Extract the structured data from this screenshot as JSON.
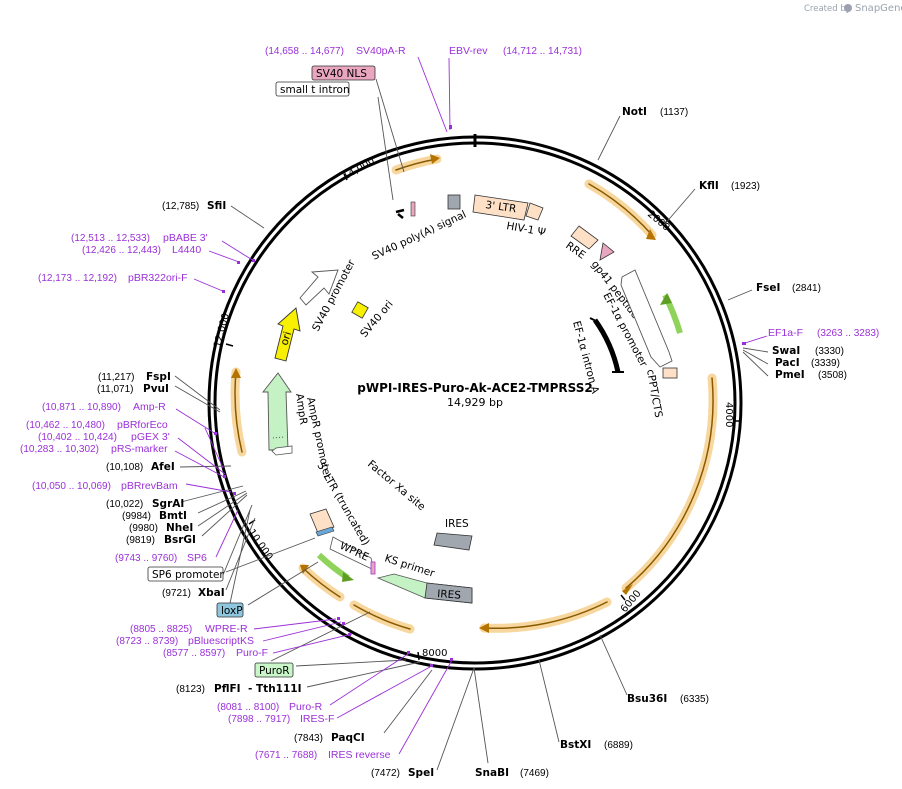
{
  "credit": {
    "prefix": "Created by",
    "brand": "SnapGene"
  },
  "plasmid": {
    "name": "pWPI-IRES-Puro-Ak-ACE2-TMPRSS2",
    "length": "14,929 bp"
  },
  "ticks": [
    "14,000",
    "2000",
    "4000",
    "6000",
    "8000",
    "10,000",
    "12,000"
  ],
  "sites_right": [
    {
      "name": "NotI",
      "pos": "(1137)"
    },
    {
      "name": "KflI",
      "pos": "(1923)"
    },
    {
      "name": "FseI",
      "pos": "(2841)"
    },
    {
      "name": "SwaI",
      "pos": "(3330)"
    },
    {
      "name": "PacI",
      "pos": "(3339)"
    },
    {
      "name": "PmeI",
      "pos": "(3508)"
    }
  ],
  "sites_bottom": [
    {
      "name": "Bsu36I",
      "pos": "(6335)"
    },
    {
      "name": "BstXI",
      "pos": "(6889)"
    },
    {
      "name": "SnaBI",
      "pos": "(7469)"
    },
    {
      "name": "SpeI",
      "pos": "(7472)"
    },
    {
      "name": "PaqCI",
      "pos": "(7843)"
    },
    {
      "name": "PflFI",
      "pos": "(8123)",
      "extra": "- Tth111I"
    }
  ],
  "sites_left": [
    {
      "name": "SfiI",
      "pos": "(12,785)"
    },
    {
      "name": "FspI",
      "pos": "(11,217)"
    },
    {
      "name": "PvuI",
      "pos": "(11,071)"
    },
    {
      "name": "AfeI",
      "pos": "(10,108)"
    },
    {
      "name": "SgrAI",
      "pos": "(10,022)"
    },
    {
      "name": "BmtI",
      "pos": "(9984)"
    },
    {
      "name": "NheI",
      "pos": "(9980)"
    },
    {
      "name": "BsrGI",
      "pos": "(9819)"
    },
    {
      "name": "XbaI",
      "pos": "(9721)"
    }
  ],
  "primers": {
    "sv40pa_r": {
      "name": "SV40pA-R",
      "pos": "(14,658 .. 14,677)"
    },
    "ebv_rev": {
      "name": "EBV-rev",
      "pos": "(14,712 .. 14,731)"
    },
    "ef1a_f": {
      "name": "EF1a-F",
      "pos": "(3263 .. 3283)"
    },
    "pbabe3": {
      "name": "pBABE 3'",
      "pos": "(12,513 .. 12,533)"
    },
    "l4440": {
      "name": "L4440",
      "pos": "(12,426 .. 12,443)"
    },
    "pbr322ori": {
      "name": "pBR322ori-F",
      "pos": "(12,173 .. 12,192)"
    },
    "ampr": {
      "name": "Amp-R",
      "pos": "(10,871 .. 10,890)"
    },
    "pbrforeco": {
      "name": "pBRforEco",
      "pos": "(10,462 .. 10,480)"
    },
    "pgex3": {
      "name": "pGEX 3'",
      "pos": "(10,402 .. 10,424)"
    },
    "prsmarker": {
      "name": "pRS-marker",
      "pos": "(10,283 .. 10,302)"
    },
    "pbrrevbam": {
      "name": "pBRrevBam",
      "pos": "(10,050 .. 10,069)"
    },
    "sp6": {
      "name": "SP6",
      "pos": "(9743 .. 9760)"
    },
    "wpre_r": {
      "name": "WPRE-R",
      "pos": "(8805 .. 8825)"
    },
    "pbluescriptks": {
      "name": "pBluescriptKS",
      "pos": "(8723 .. 8739)"
    },
    "puro_f": {
      "name": "Puro-F",
      "pos": "(8577 .. 8597)"
    },
    "puro_r": {
      "name": "Puro-R",
      "pos": "(8081 .. 8100)"
    },
    "ires_f": {
      "name": "IRES-F",
      "pos": "(7898 .. 7917)"
    },
    "ires_reverse": {
      "name": "IRES reverse",
      "pos": "(7671 .. 7688)"
    }
  },
  "boxed": {
    "sv40_nls": "SV40 NLS",
    "small_t_intron": "small t intron",
    "sp6_promoter": "SP6 promoter",
    "loxp": "loxP",
    "puror": "PuroR"
  },
  "features": {
    "sv40_polya": "SV40 poly(A) signal",
    "ltr3": "3' LTR",
    "hiv1_psi": "HIV-1 Ψ",
    "rre": "RRE",
    "gp41": "gp41 peptide",
    "ef1a_promoter": "EF-1α promoter",
    "cppt": "cPPT/CTS",
    "ef1a_intron": "EF-1α intron A",
    "sv40_promoter": "SV40 promoter",
    "sv40_ori": "SV40 ori",
    "ori": "ori",
    "ampr_promoter": "AmpR promoter",
    "ampr": "AmpR",
    "ltr5": "5' LTR (truncated)",
    "factor_xa": "Factor Xa site",
    "ires_small": "IRES",
    "ires_big": "IRES",
    "wpre": "WPRE",
    "ks_primer": "KS primer"
  },
  "colors": {
    "orf": "#f2a93b",
    "orf_fill": "#f7d79e",
    "primer": "#9b30d9",
    "ori": "#f8f000",
    "ampr": "#c4f2c4",
    "ltr": "#fde0c5",
    "ires": "#a0a7ae",
    "sv40_nls_box": "#e9a6bf",
    "loxp_box": "#8ec6de",
    "puror_box": "#c9f5c9"
  }
}
